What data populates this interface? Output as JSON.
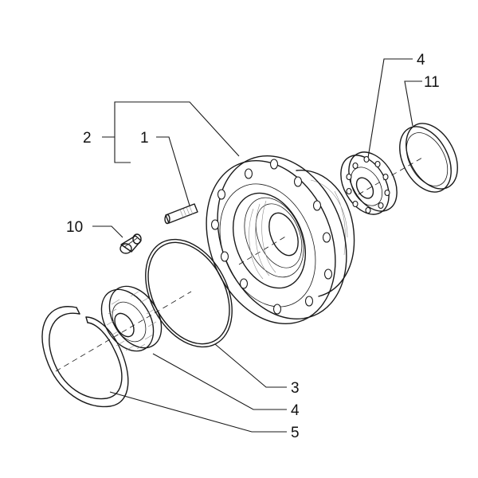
{
  "callouts": {
    "c1": "1",
    "c2": "2",
    "c3": "3",
    "c4a": "4",
    "c4b": "4",
    "c5": "5",
    "c10": "10",
    "c11": "11"
  },
  "parts": [
    {
      "callout": "1",
      "part": "stud-bolt"
    },
    {
      "callout": "2",
      "part": "wheel-hub-assembly"
    },
    {
      "callout": "3",
      "part": "o-ring-seal"
    },
    {
      "callout": "4",
      "part": "tapered-roller-bearing"
    },
    {
      "callout": "5",
      "part": "snap-ring"
    },
    {
      "callout": "10",
      "part": "nut"
    },
    {
      "callout": "11",
      "part": "seal-ring"
    }
  ],
  "colors": {
    "line": "#1a1a1a",
    "background": "#ffffff"
  }
}
